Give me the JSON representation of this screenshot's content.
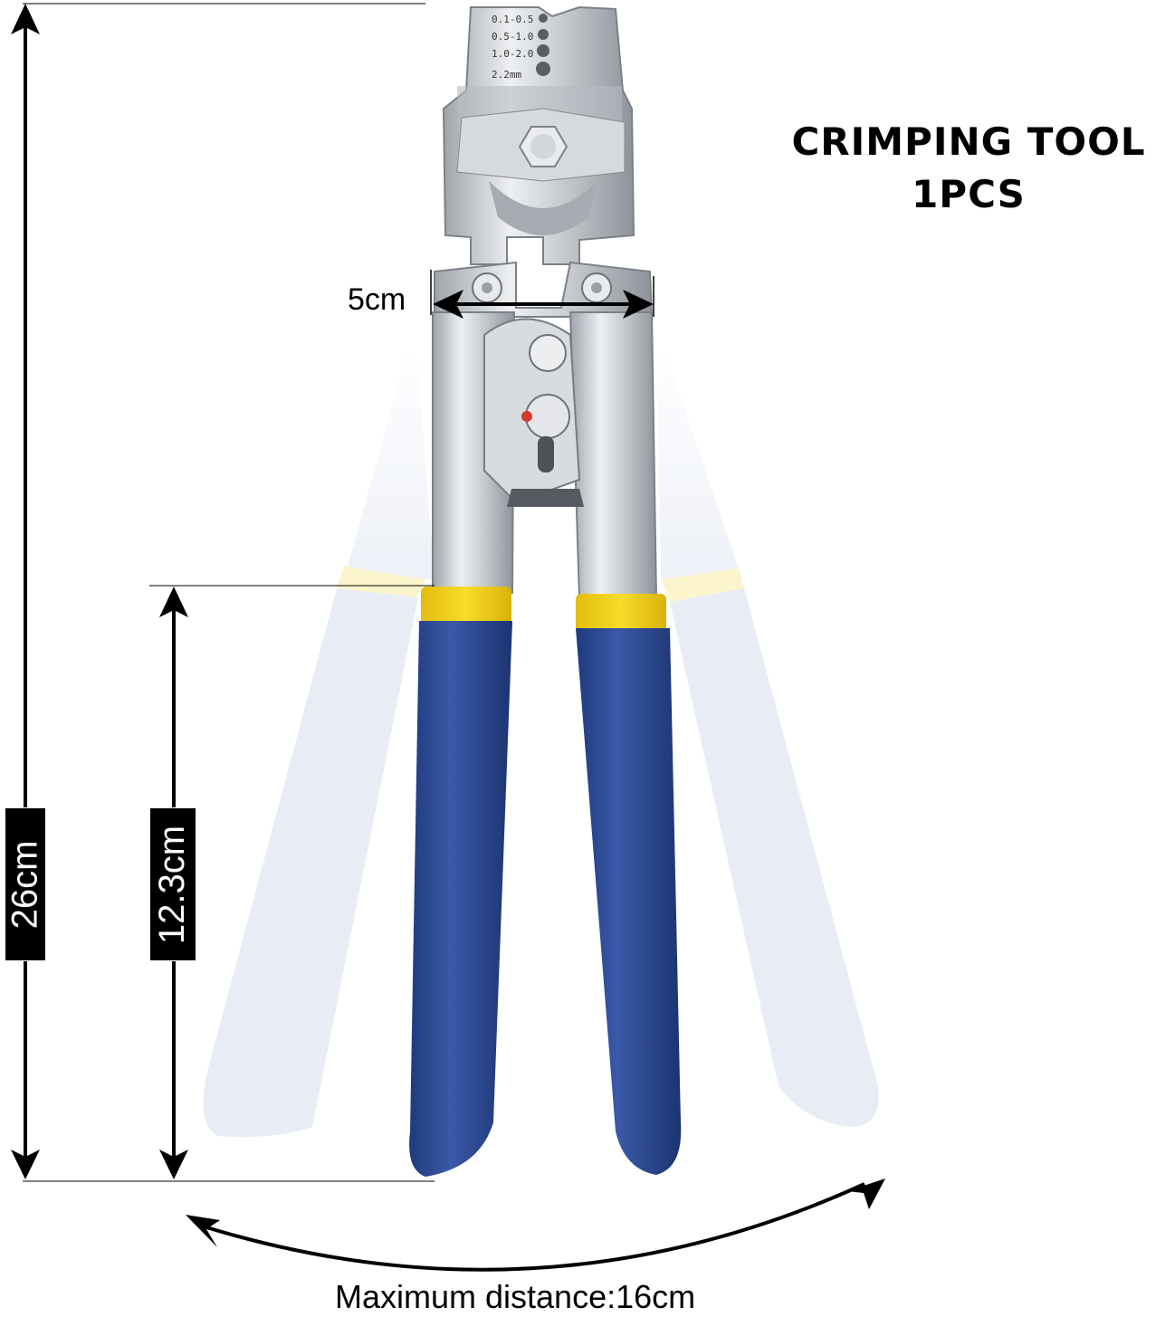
{
  "product": {
    "title_line1": "CRIMPING TOOL",
    "title_line2": "1PCS"
  },
  "dimensions": {
    "total_length": "26cm",
    "handle_length": "12.3cm",
    "jaw_width": "5cm",
    "max_opening": "Maximum distance:16cm"
  },
  "crimp_sizes": [
    "0.1-0.5",
    "0.5-1.0",
    "1.0-2.0",
    "2.2mm"
  ],
  "colors": {
    "handle_blue": "#27458f",
    "grip_yellow": "#f3d11c",
    "steel": "#c9ccd0",
    "ghost": "#e6ebf4"
  }
}
